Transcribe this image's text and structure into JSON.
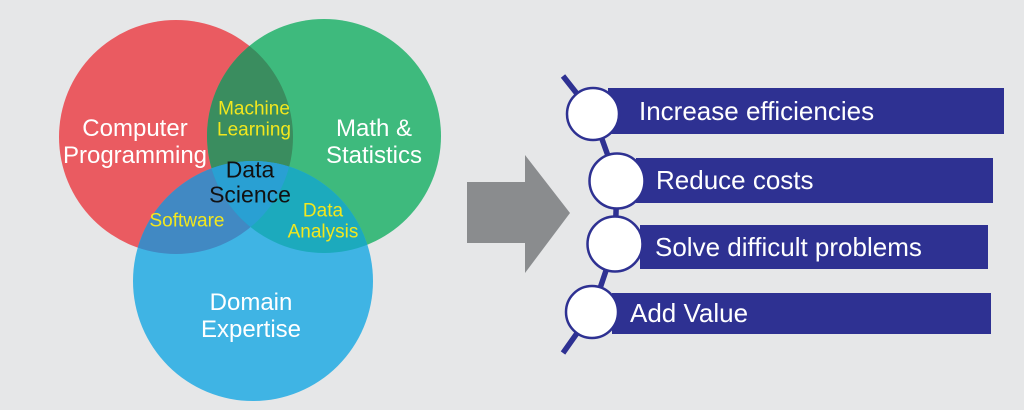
{
  "background_color": "#e6e7e8",
  "venn": {
    "circles": [
      {
        "id": "computer-programming",
        "label": "Computer\nProgramming",
        "color": "#ea5b61"
      },
      {
        "id": "math-statistics",
        "label": "Math &\nStatistics",
        "color": "#3eba7d"
      },
      {
        "id": "domain-expertise",
        "label": "Domain\nExpertise",
        "color": "#3fb4e4"
      }
    ],
    "overlaps": [
      {
        "id": "machine-learning",
        "label": "Machine\nLearning",
        "color": "#3a8d5f",
        "text_color": "#f2e71e"
      },
      {
        "id": "software",
        "label": "Software",
        "color": "#4189c3",
        "text_color": "#f2e71e"
      },
      {
        "id": "data-analysis",
        "label": "Data\nAnalysis",
        "color": "#1caabd",
        "text_color": "#f2e71e"
      },
      {
        "id": "data-science",
        "label": "Data\nScience",
        "color": "#29a0d3",
        "text_color": "#111111"
      }
    ]
  },
  "arrow": {
    "color": "#8a8c8e"
  },
  "outcomes": {
    "banner_color": "#2e3192",
    "node_fill": "#ffffff",
    "items": [
      {
        "label": "Increase efficiencies"
      },
      {
        "label": "Reduce costs"
      },
      {
        "label": "Solve difficult problems"
      },
      {
        "label": "Add Value"
      }
    ]
  }
}
